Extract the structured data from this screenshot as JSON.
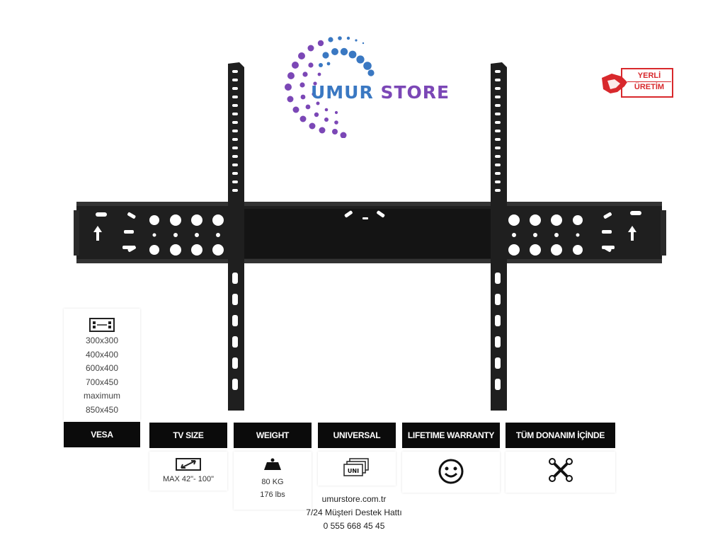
{
  "brand": {
    "name_part1": "UMUR",
    "name_part2": "STORE",
    "color_purple": "#7b47b6",
    "color_blue": "#3a78c2"
  },
  "badge": {
    "line1": "YERLİ",
    "line2": "ÜRETİM",
    "color": "#d8282c"
  },
  "vesa": {
    "sizes": [
      "300x300",
      "400x400",
      "600x400",
      "700x450",
      "maximum",
      "850x450"
    ],
    "label": "VESA"
  },
  "features": [
    {
      "label": "TV SIZE",
      "value": "MAX 42\"- 100\"",
      "icon": "tv-size-icon"
    },
    {
      "label": "WEIGHT",
      "value": "80 KG",
      "value2": "176 lbs",
      "icon": "weight-icon"
    },
    {
      "label": "UNIVERSAL",
      "icon_text": "UNI",
      "icon": "universal-icon"
    },
    {
      "label": "LIFETIME WARRANTY",
      "icon": "smiley-icon"
    },
    {
      "label": "TÜM DONANIM İÇİNDE",
      "icon": "tools-icon"
    }
  ],
  "footer": {
    "website": "umurstore.com.tr",
    "support": "7/24 Müşteri Destek Hattı",
    "phone": "0 555 668 45 45"
  }
}
